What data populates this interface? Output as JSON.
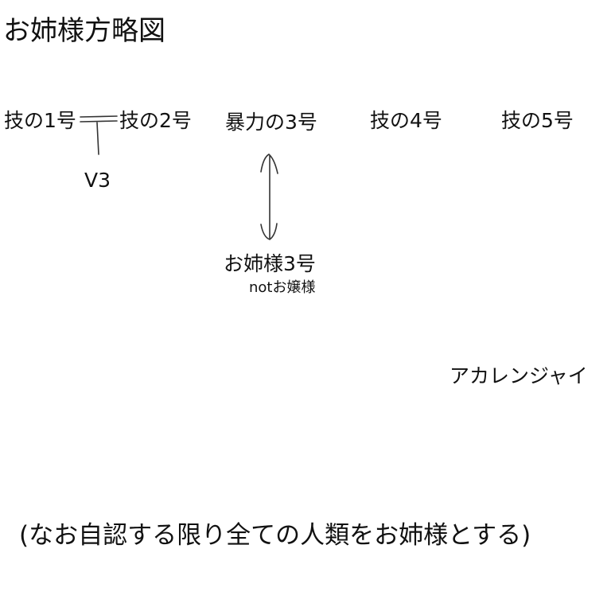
{
  "title": "お姉様方略図",
  "nodes": {
    "n1": "技の1号",
    "n2": "技の2号",
    "n3": "暴力の3号",
    "n4": "技の4号",
    "n5": "技の5号",
    "v3": "V3",
    "sister3": "お姉様3号",
    "sister3_note": "notお嬢様",
    "akalenjai": "アカレンジャイ"
  },
  "footnote": "(なお自認する限り全ての人類をお姉様とする)"
}
